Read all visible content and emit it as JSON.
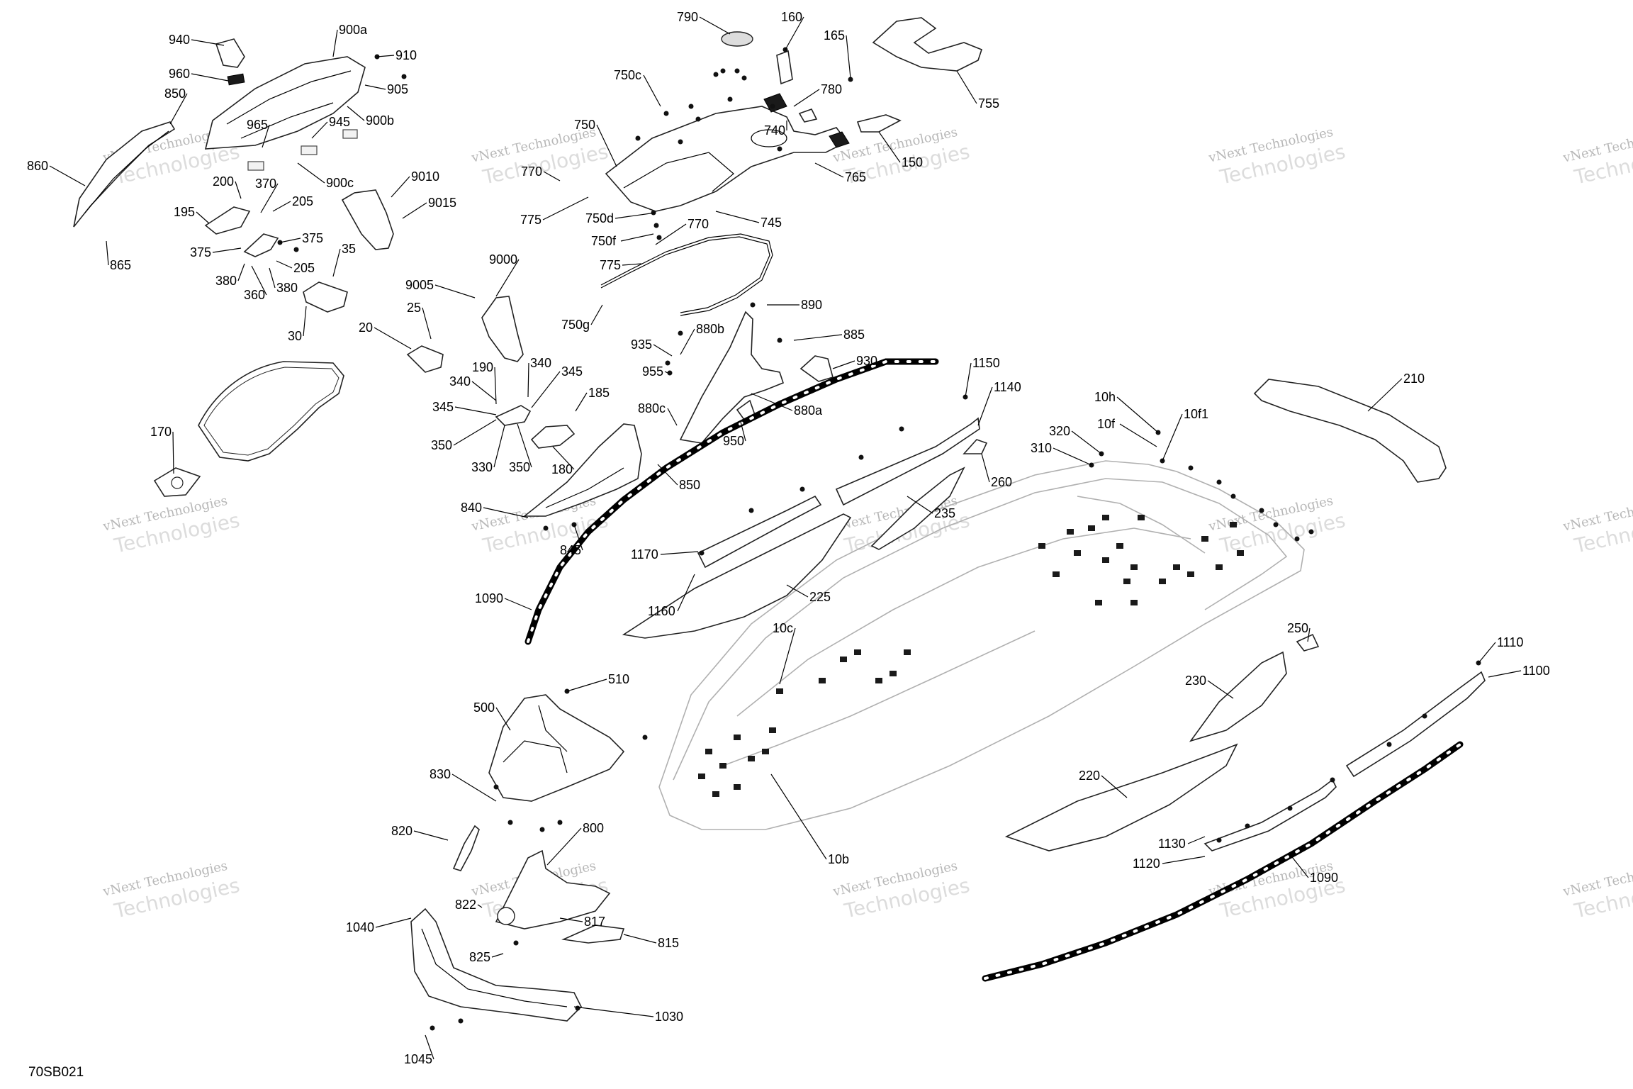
{
  "diagram": {
    "reference": "70SB021",
    "watermark": {
      "line1": "vNext Technologies",
      "line2": "Technologies"
    },
    "callouts": [
      {
        "id": "c1",
        "text": "940"
      },
      {
        "id": "c2",
        "text": "900a"
      },
      {
        "id": "c3",
        "text": "910"
      },
      {
        "id": "c4",
        "text": "960"
      },
      {
        "id": "c5",
        "text": "905"
      },
      {
        "id": "c6",
        "text": "850"
      },
      {
        "id": "c7",
        "text": "945"
      },
      {
        "id": "c8",
        "text": "900b"
      },
      {
        "id": "c9",
        "text": "965"
      },
      {
        "id": "c10",
        "text": "860"
      },
      {
        "id": "c11",
        "text": "900c"
      },
      {
        "id": "c12",
        "text": "200"
      },
      {
        "id": "c13",
        "text": "370"
      },
      {
        "id": "c14",
        "text": "205"
      },
      {
        "id": "c15",
        "text": "9010"
      },
      {
        "id": "c16",
        "text": "9015"
      },
      {
        "id": "c17",
        "text": "195"
      },
      {
        "id": "c18",
        "text": "375"
      },
      {
        "id": "c19",
        "text": "375"
      },
      {
        "id": "c20",
        "text": "35"
      },
      {
        "id": "c21",
        "text": "865"
      },
      {
        "id": "c22",
        "text": "380"
      },
      {
        "id": "c23",
        "text": "205"
      },
      {
        "id": "c24",
        "text": "360"
      },
      {
        "id": "c25",
        "text": "380"
      },
      {
        "id": "c26",
        "text": "30"
      },
      {
        "id": "c27",
        "text": "790"
      },
      {
        "id": "c28",
        "text": "160"
      },
      {
        "id": "c29",
        "text": "165"
      },
      {
        "id": "c30",
        "text": "750c"
      },
      {
        "id": "c31",
        "text": "780"
      },
      {
        "id": "c32",
        "text": "755"
      },
      {
        "id": "c33",
        "text": "750"
      },
      {
        "id": "c34",
        "text": "740"
      },
      {
        "id": "c35",
        "text": "150"
      },
      {
        "id": "c36",
        "text": "770"
      },
      {
        "id": "c37",
        "text": "765"
      },
      {
        "id": "c38",
        "text": "775"
      },
      {
        "id": "c39",
        "text": "750d"
      },
      {
        "id": "c40",
        "text": "745"
      },
      {
        "id": "c41",
        "text": "750f"
      },
      {
        "id": "c42",
        "text": "770"
      },
      {
        "id": "c43",
        "text": "775"
      },
      {
        "id": "c44",
        "text": "750g"
      },
      {
        "id": "c45",
        "text": "9000"
      },
      {
        "id": "c46",
        "text": "9005"
      },
      {
        "id": "c47",
        "text": "25"
      },
      {
        "id": "c48",
        "text": "20"
      },
      {
        "id": "c49",
        "text": "890"
      },
      {
        "id": "c50",
        "text": "880b"
      },
      {
        "id": "c51",
        "text": "885"
      },
      {
        "id": "c52",
        "text": "935"
      },
      {
        "id": "c53",
        "text": "930"
      },
      {
        "id": "c54",
        "text": "955"
      },
      {
        "id": "c55",
        "text": "1150"
      },
      {
        "id": "c56",
        "text": "190"
      },
      {
        "id": "c57",
        "text": "340"
      },
      {
        "id": "c58",
        "text": "345"
      },
      {
        "id": "c59",
        "text": "340"
      },
      {
        "id": "c60",
        "text": "1140"
      },
      {
        "id": "c61",
        "text": "185"
      },
      {
        "id": "c62",
        "text": "345"
      },
      {
        "id": "c63",
        "text": "880c"
      },
      {
        "id": "c64",
        "text": "880a"
      },
      {
        "id": "c65",
        "text": "350"
      },
      {
        "id": "c66",
        "text": "950"
      },
      {
        "id": "c67",
        "text": "330"
      },
      {
        "id": "c68",
        "text": "350"
      },
      {
        "id": "c69",
        "text": "180"
      },
      {
        "id": "c70",
        "text": "850"
      },
      {
        "id": "c71",
        "text": "170"
      },
      {
        "id": "c72",
        "text": "260"
      },
      {
        "id": "c73",
        "text": "840"
      },
      {
        "id": "c74",
        "text": "235"
      },
      {
        "id": "c75",
        "text": "845"
      },
      {
        "id": "c76",
        "text": "1170"
      },
      {
        "id": "c77",
        "text": "1160"
      },
      {
        "id": "c78",
        "text": "225"
      },
      {
        "id": "c79",
        "text": "1090"
      },
      {
        "id": "c80",
        "text": "10h"
      },
      {
        "id": "c81",
        "text": "10f"
      },
      {
        "id": "c82",
        "text": "10f1"
      },
      {
        "id": "c83",
        "text": "320"
      },
      {
        "id": "c84",
        "text": "310"
      },
      {
        "id": "c85",
        "text": "210"
      },
      {
        "id": "c86",
        "text": "10c"
      },
      {
        "id": "c87",
        "text": "250"
      },
      {
        "id": "c88",
        "text": "510"
      },
      {
        "id": "c89",
        "text": "500"
      },
      {
        "id": "c90",
        "text": "1110"
      },
      {
        "id": "c91",
        "text": "230"
      },
      {
        "id": "c92",
        "text": "1100"
      },
      {
        "id": "c93",
        "text": "830"
      },
      {
        "id": "c94",
        "text": "220"
      },
      {
        "id": "c95",
        "text": "820"
      },
      {
        "id": "c96",
        "text": "800"
      },
      {
        "id": "c97",
        "text": "1130"
      },
      {
        "id": "c98",
        "text": "10b"
      },
      {
        "id": "c99",
        "text": "1120"
      },
      {
        "id": "c100",
        "text": "1090"
      },
      {
        "id": "c101",
        "text": "822"
      },
      {
        "id": "c102",
        "text": "1040"
      },
      {
        "id": "c103",
        "text": "817"
      },
      {
        "id": "c104",
        "text": "815"
      },
      {
        "id": "c105",
        "text": "825"
      },
      {
        "id": "c106",
        "text": "1030"
      },
      {
        "id": "c107",
        "text": "1045"
      }
    ]
  }
}
